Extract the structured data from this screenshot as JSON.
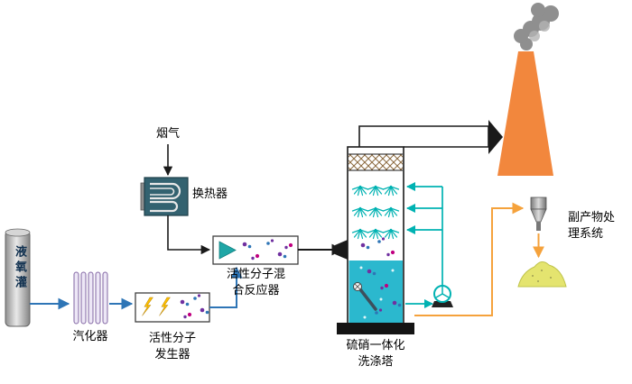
{
  "labels": {
    "flue_gas": "烟气",
    "heat_exchanger": "换热器",
    "oxygen_tank": "液氧灌",
    "vaporizer": "汽化器",
    "generator": "活性分子\n发生器",
    "mixing_reactor": "活性分子混\n合反应器",
    "scrubber_tower": "硫硝一体化\n洗涤塔",
    "byproduct_system": "副产物处\n理系统"
  },
  "colors": {
    "flow_blue": "#2E75B6",
    "pipe_teal": "#00B2B2",
    "byproduct_orange": "#F5A23C",
    "chimney_orange": "#F2873D",
    "liquid_teal": "#2BB8CE",
    "smoke_gray": "#8F8F8F",
    "lightning_yellow": "#FFC000",
    "molecule_purple": "#7030A0",
    "pile_yellow": "#E4E46F"
  },
  "icons": {
    "smoke": "smoke-puffs",
    "chimney": "orange-stack",
    "pump": "circle-impeller",
    "spray": "teal-spray-burst",
    "funnel": "gray-discharge-nozzle",
    "pile": "byproduct-heap",
    "lightning": "discharge-bolt",
    "molecule": "dot-cluster"
  }
}
